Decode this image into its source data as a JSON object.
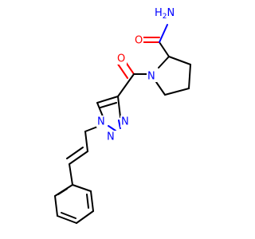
{
  "molecule": {
    "atoms": {
      "amide_n": "NH2",
      "amide_n_prefix": "H",
      "amide_n_sub": "2",
      "amide_n_symbol": "N",
      "amide_o": "O",
      "carbonyl_o": "O",
      "pyrrolidine_n": "N",
      "triazole_n1": "N",
      "triazole_n2": "N",
      "triazole_n3": "N"
    }
  },
  "colors": {
    "carbon_bond": "#000000",
    "nitrogen": "#0000ff",
    "oxygen": "#ff0000",
    "background": "#ffffff"
  }
}
